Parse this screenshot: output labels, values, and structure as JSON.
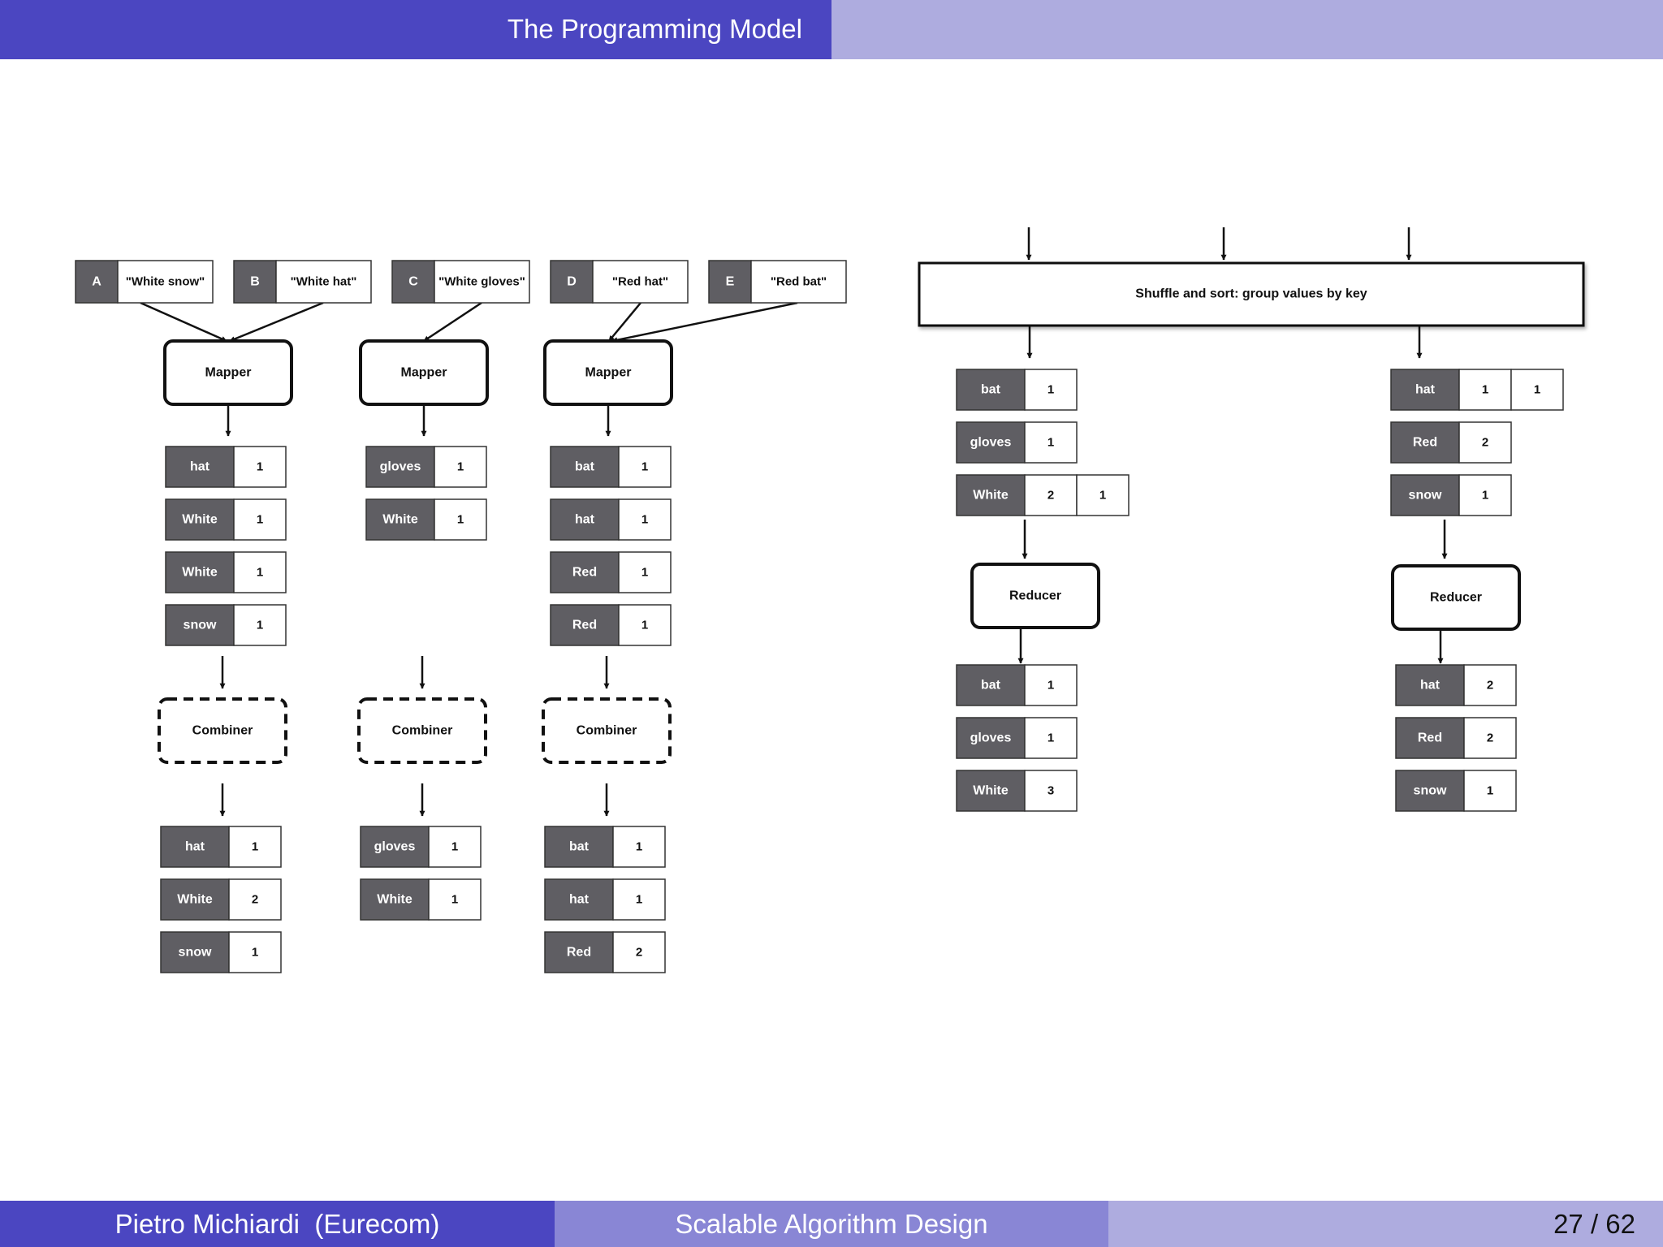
{
  "slide": {
    "title": "The Programming Model",
    "footer": {
      "author": "Pietro Michiardi  (Eurecom)",
      "talk": "Scalable Algorithm Design",
      "page": "27 / 62"
    }
  },
  "colors": {
    "header": "#4b46c1",
    "header_light": "#aeacdf",
    "footer_mid": "#8986d5",
    "key_fill": "#5f5e63"
  },
  "diagram": {
    "inputs": [
      {
        "key": "A",
        "value": "\"White snow\""
      },
      {
        "key": "B",
        "value": "\"White hat\""
      },
      {
        "key": "C",
        "value": "\"White gloves\""
      },
      {
        "key": "D",
        "value": "\"Red hat\""
      },
      {
        "key": "E",
        "value": "\"Red bat\""
      }
    ],
    "mapper_label": "Mapper",
    "combiner_label": "Combiner",
    "reducer_label": "Reducer",
    "shuffle_label": "Shuffle and sort: group values by key",
    "map_outputs": [
      [
        {
          "key": "hat",
          "values": [
            "1"
          ]
        },
        {
          "key": "White",
          "values": [
            "1"
          ]
        },
        {
          "key": "White",
          "values": [
            "1"
          ]
        },
        {
          "key": "snow",
          "values": [
            "1"
          ]
        }
      ],
      [
        {
          "key": "gloves",
          "values": [
            "1"
          ]
        },
        {
          "key": "White",
          "values": [
            "1"
          ]
        }
      ],
      [
        {
          "key": "bat",
          "values": [
            "1"
          ]
        },
        {
          "key": "hat",
          "values": [
            "1"
          ]
        },
        {
          "key": "Red",
          "values": [
            "1"
          ]
        },
        {
          "key": "Red",
          "values": [
            "1"
          ]
        }
      ]
    ],
    "combine_outputs": [
      [
        {
          "key": "hat",
          "values": [
            "1"
          ]
        },
        {
          "key": "White",
          "values": [
            "2"
          ]
        },
        {
          "key": "snow",
          "values": [
            "1"
          ]
        }
      ],
      [
        {
          "key": "gloves",
          "values": [
            "1"
          ]
        },
        {
          "key": "White",
          "values": [
            "1"
          ]
        }
      ],
      [
        {
          "key": "bat",
          "values": [
            "1"
          ]
        },
        {
          "key": "hat",
          "values": [
            "1"
          ]
        },
        {
          "key": "Red",
          "values": [
            "2"
          ]
        }
      ]
    ],
    "shuffle_outputs": [
      [
        {
          "key": "bat",
          "values": [
            "1"
          ]
        },
        {
          "key": "gloves",
          "values": [
            "1"
          ]
        },
        {
          "key": "White",
          "values": [
            "2",
            "1"
          ]
        }
      ],
      [
        {
          "key": "hat",
          "values": [
            "1",
            "1"
          ]
        },
        {
          "key": "Red",
          "values": [
            "2"
          ]
        },
        {
          "key": "snow",
          "values": [
            "1"
          ]
        }
      ]
    ],
    "reduce_outputs": [
      [
        {
          "key": "bat",
          "values": [
            "1"
          ]
        },
        {
          "key": "gloves",
          "values": [
            "1"
          ]
        },
        {
          "key": "White",
          "values": [
            "3"
          ]
        }
      ],
      [
        {
          "key": "hat",
          "values": [
            "2"
          ]
        },
        {
          "key": "Red",
          "values": [
            "2"
          ]
        },
        {
          "key": "snow",
          "values": [
            "1"
          ]
        }
      ]
    ]
  }
}
